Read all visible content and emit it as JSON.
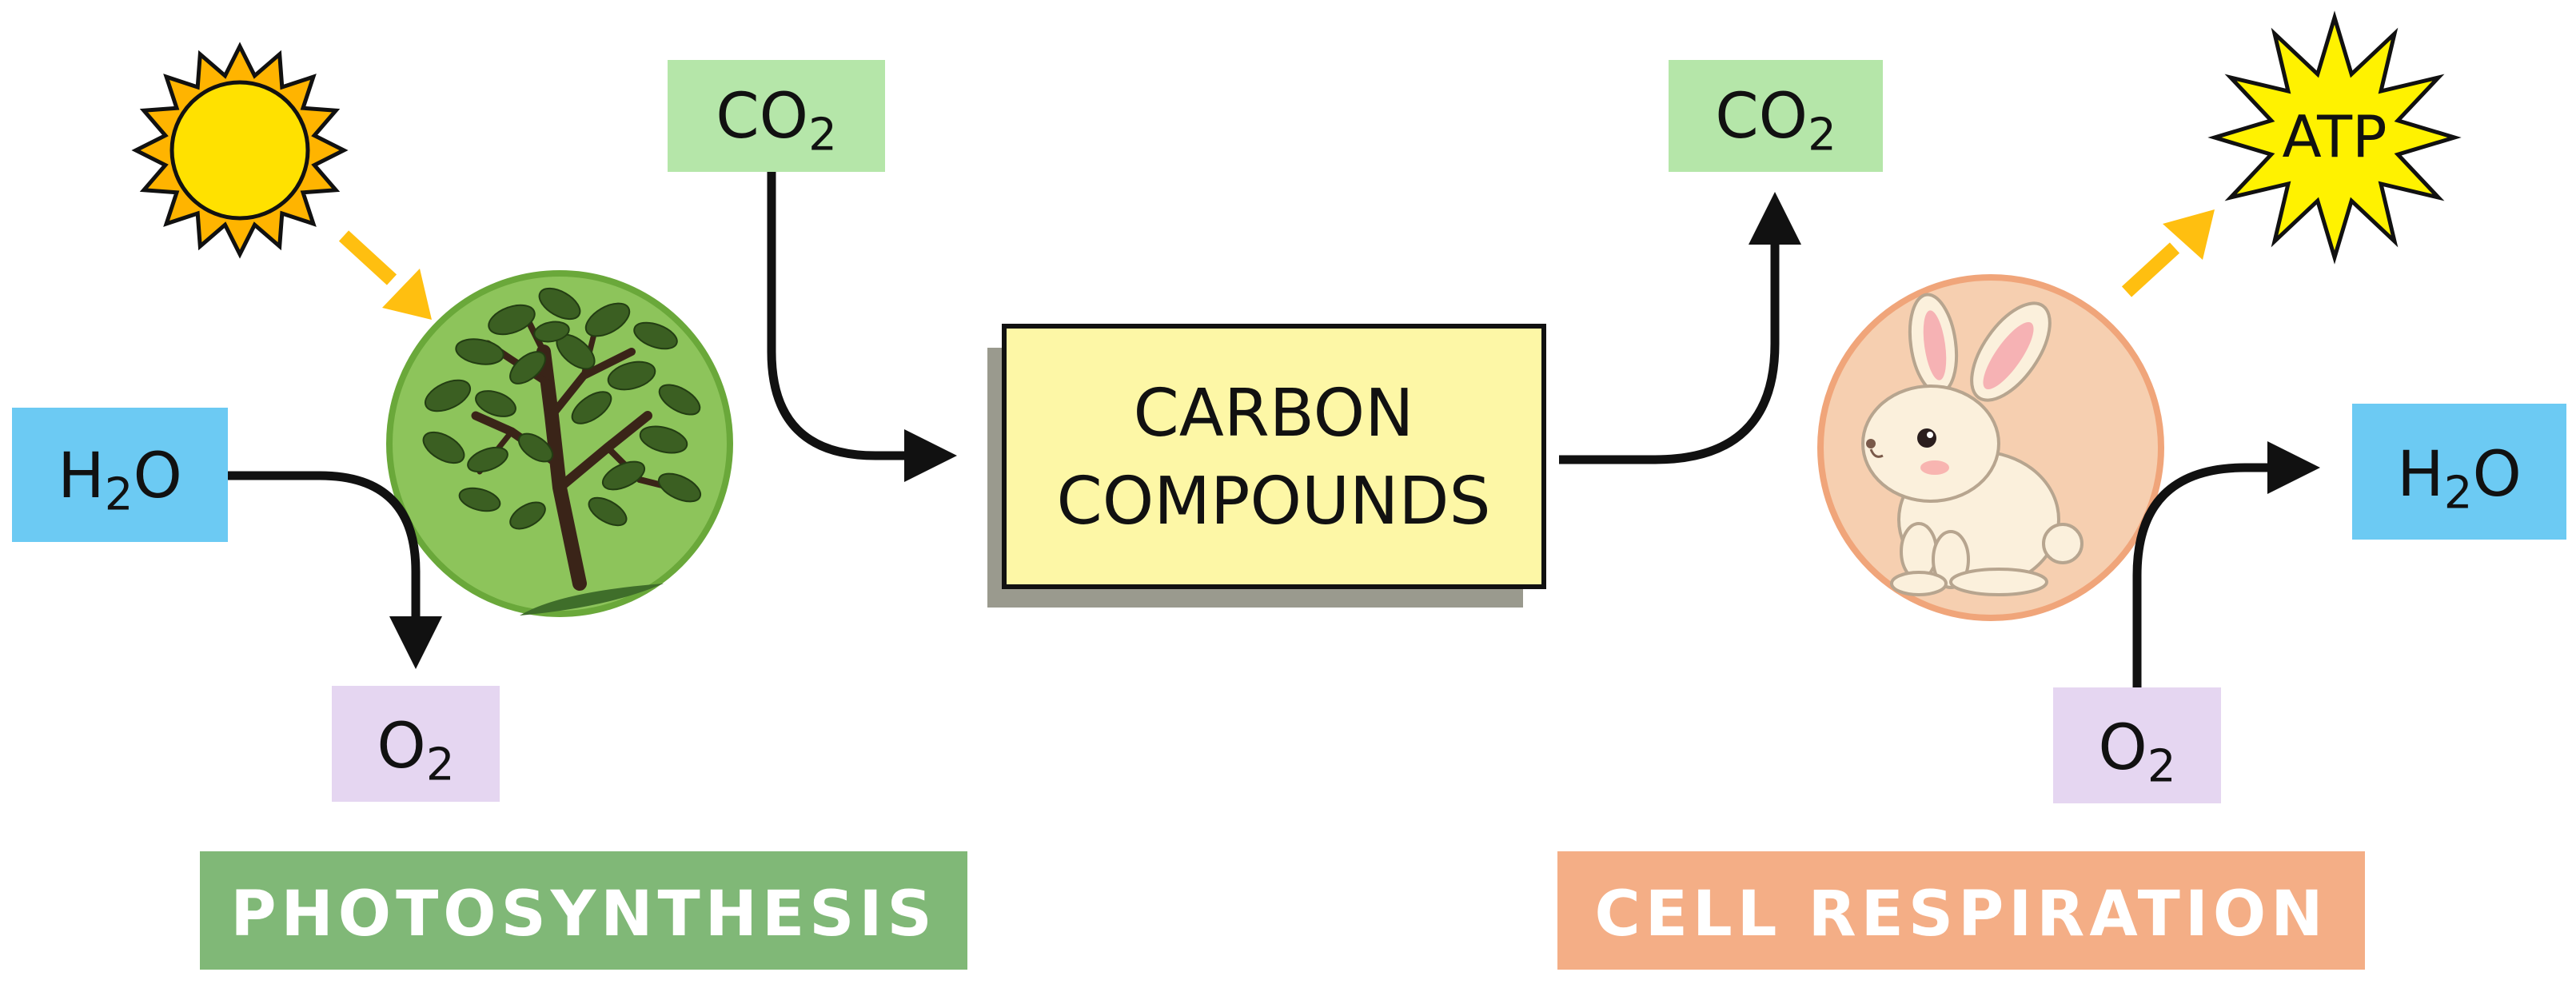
{
  "labels": {
    "co2_left": "CO2",
    "co2_right": "CO2",
    "h2o_left": "H2O",
    "h2o_right": "H2O",
    "o2_left": "O2",
    "o2_right": "O2",
    "carbon_line1": "CARBON",
    "carbon_line2": "COMPOUNDS",
    "atp": "ATP",
    "photosynthesis": "PHOTOSYNTHESIS",
    "cell_respiration": "CELL RESPIRATION"
  },
  "icons": {
    "sun": "sun-icon",
    "tree": "tree-icon",
    "rabbit": "rabbit-icon",
    "atp_burst": "starburst-icon"
  },
  "colors": {
    "co2_box": "#b5e6a9",
    "h2o_box": "#6ccaf3",
    "o2_box": "#e5d6f1",
    "carbon_box": "#fdf7a6",
    "carbon_shadow": "#9a9a8e",
    "tree_circle": "#8dc45b",
    "tree_circle_border": "#6aa83a",
    "rabbit_circle": "#f6cfb0",
    "rabbit_circle_border": "#f0a57a",
    "sun": "#ffe100",
    "sun_outer": "#ffb400",
    "atp_burst": "#fff200",
    "photosynthesis_banner": "#80b877",
    "respiration_banner": "#f4ae86",
    "arrow": "#111111",
    "yellow_arrow": "#ffbf10"
  }
}
